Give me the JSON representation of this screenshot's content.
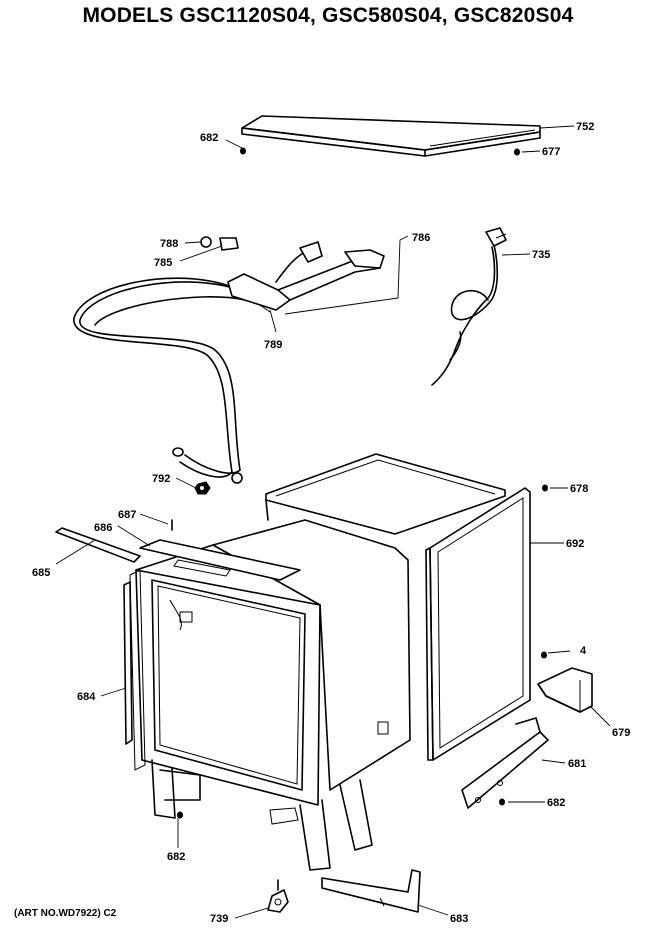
{
  "title": "MODELS GSC1120S04, GSC580S04, GSC820S04",
  "footer": "(ART NO.WD7922) C2",
  "callouts": {
    "c752": "752",
    "c682a": "682",
    "c677": "677",
    "c788": "788",
    "c785": "785",
    "c786": "786",
    "c735": "735",
    "c789": "789",
    "c792": "792",
    "c678": "678",
    "c687": "687",
    "c686": "686",
    "c685": "685",
    "c692": "692",
    "c4": "4",
    "c684": "684",
    "c679": "679",
    "c681": "681",
    "c682b": "682",
    "c682c": "682",
    "c739": "739",
    "c683": "683"
  }
}
